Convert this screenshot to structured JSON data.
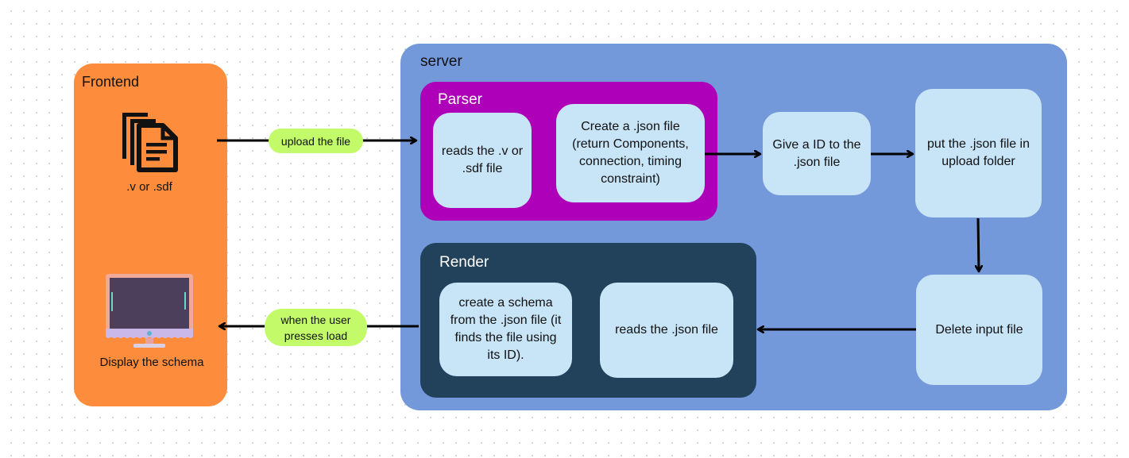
{
  "frontend": {
    "title": "Frontend",
    "file_caption": ".v or .sdf",
    "display_caption": "Display the schema",
    "file_icon": "document-icon",
    "monitor_icon": "monitor-icon"
  },
  "server": {
    "title": "server",
    "parser": {
      "title": "Parser",
      "step1": "reads the .v or .sdf file",
      "step2": "Create a .json file (return Components, connection, timing constraint)"
    },
    "give_id": "Give a ID to the .json file",
    "put_json": "put the .json file in upload folder",
    "delete_input": "Delete input file",
    "render": {
      "title": "Render",
      "create_schema": "create a schema from the .json file (it finds the file using its ID).",
      "reads_json": "reads the .json file"
    }
  },
  "labels": {
    "upload": "upload the file",
    "load": "when the user presses load"
  },
  "colors": {
    "frontend": "#fd8d3c",
    "server": "#7499da",
    "parser": "#ae00b8",
    "render": "#22415b",
    "box": "#c8e4f7",
    "pill": "#c3fa6a"
  }
}
